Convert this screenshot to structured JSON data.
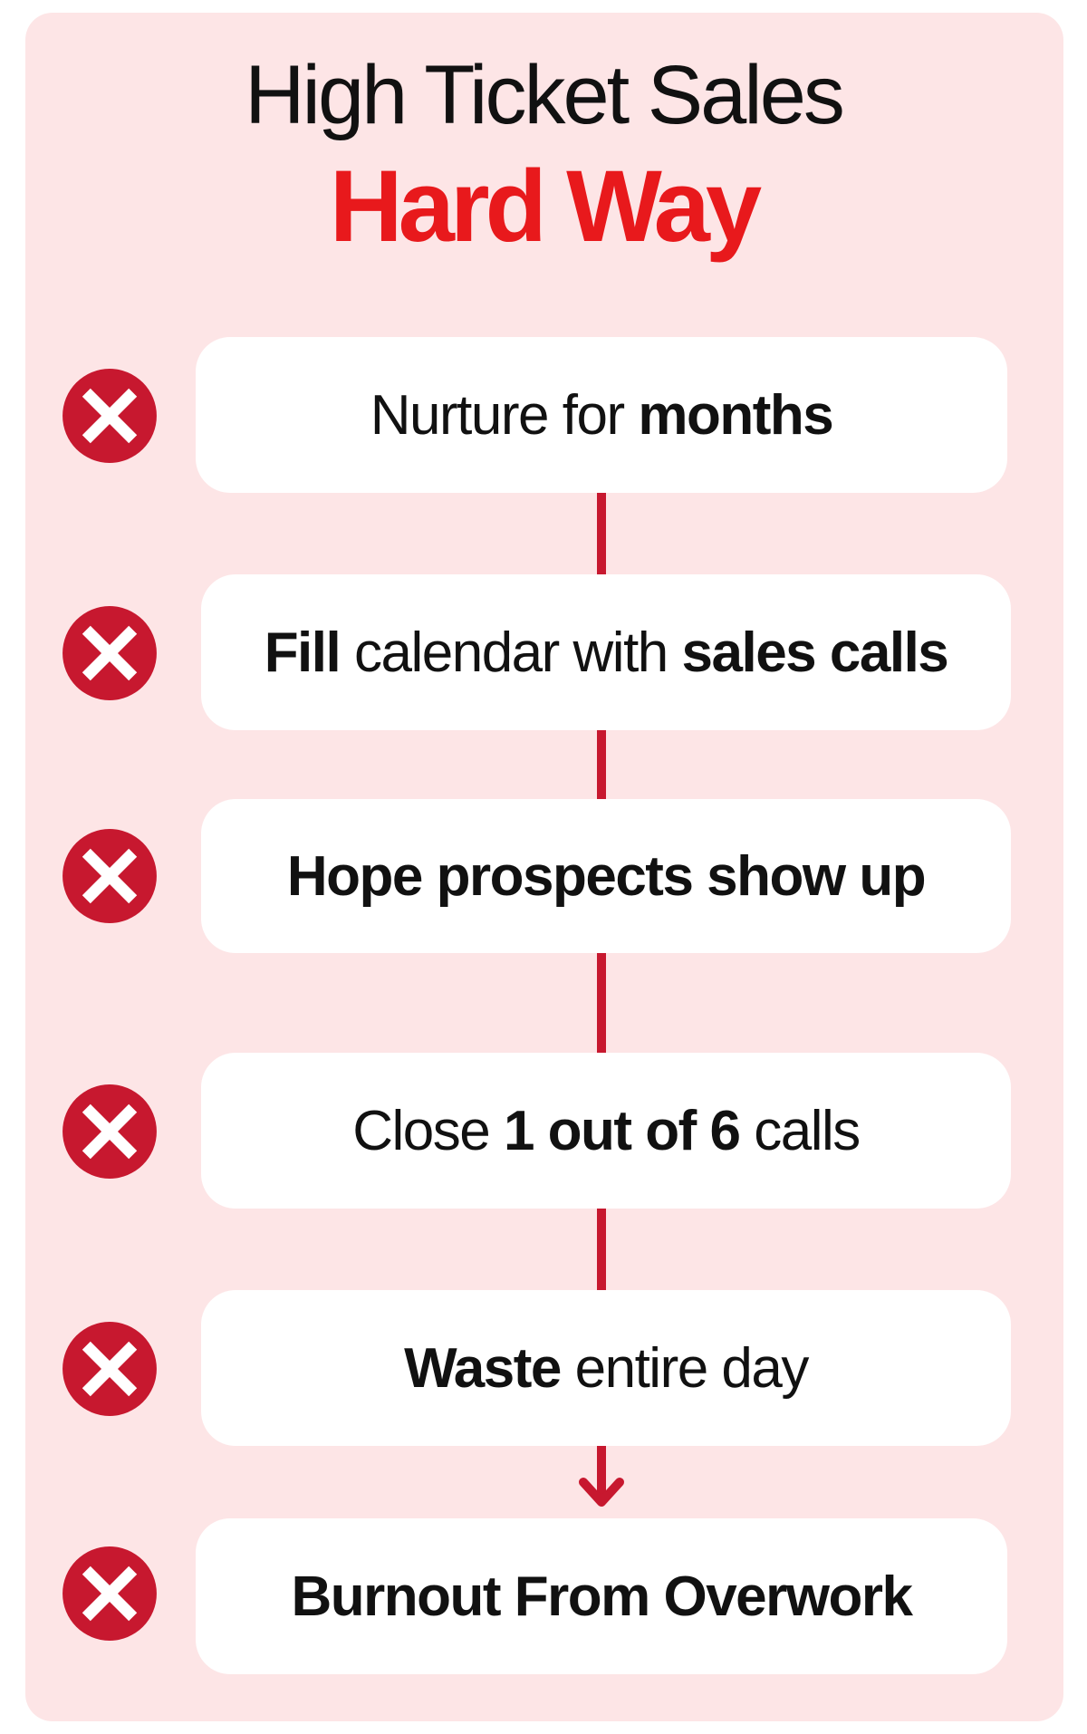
{
  "title": {
    "line1": "High Ticket Sales",
    "line2": "Hard Way"
  },
  "colors": {
    "panel_background": "#fde5e6",
    "accent_red": "#e8191c",
    "icon_red": "#c7182f",
    "box_background": "#ffffff",
    "text": "#111111"
  },
  "steps": [
    {
      "icon": "x-circle-icon",
      "parts": [
        {
          "text": "Nurture for ",
          "weight": "normal"
        },
        {
          "text": "months",
          "weight": "bold"
        }
      ]
    },
    {
      "icon": "x-circle-icon",
      "parts": [
        {
          "text": "Fill",
          "weight": "bold"
        },
        {
          "text": " calendar with ",
          "weight": "normal"
        },
        {
          "text": "sales calls",
          "weight": "bold"
        }
      ]
    },
    {
      "icon": "x-circle-icon",
      "parts": [
        {
          "text": "Hope prospects show up",
          "weight": "bold"
        }
      ]
    },
    {
      "icon": "x-circle-icon",
      "parts": [
        {
          "text": "Close ",
          "weight": "normal"
        },
        {
          "text": "1 out of 6",
          "weight": "bold"
        },
        {
          "text": " calls",
          "weight": "normal"
        }
      ]
    },
    {
      "icon": "x-circle-icon",
      "parts": [
        {
          "text": "Waste",
          "weight": "bold"
        },
        {
          "text": " entire day",
          "weight": "normal"
        }
      ]
    },
    {
      "icon": "x-circle-icon",
      "parts": [
        {
          "text": "Burnout From Overwork",
          "weight": "bold"
        }
      ]
    }
  ]
}
